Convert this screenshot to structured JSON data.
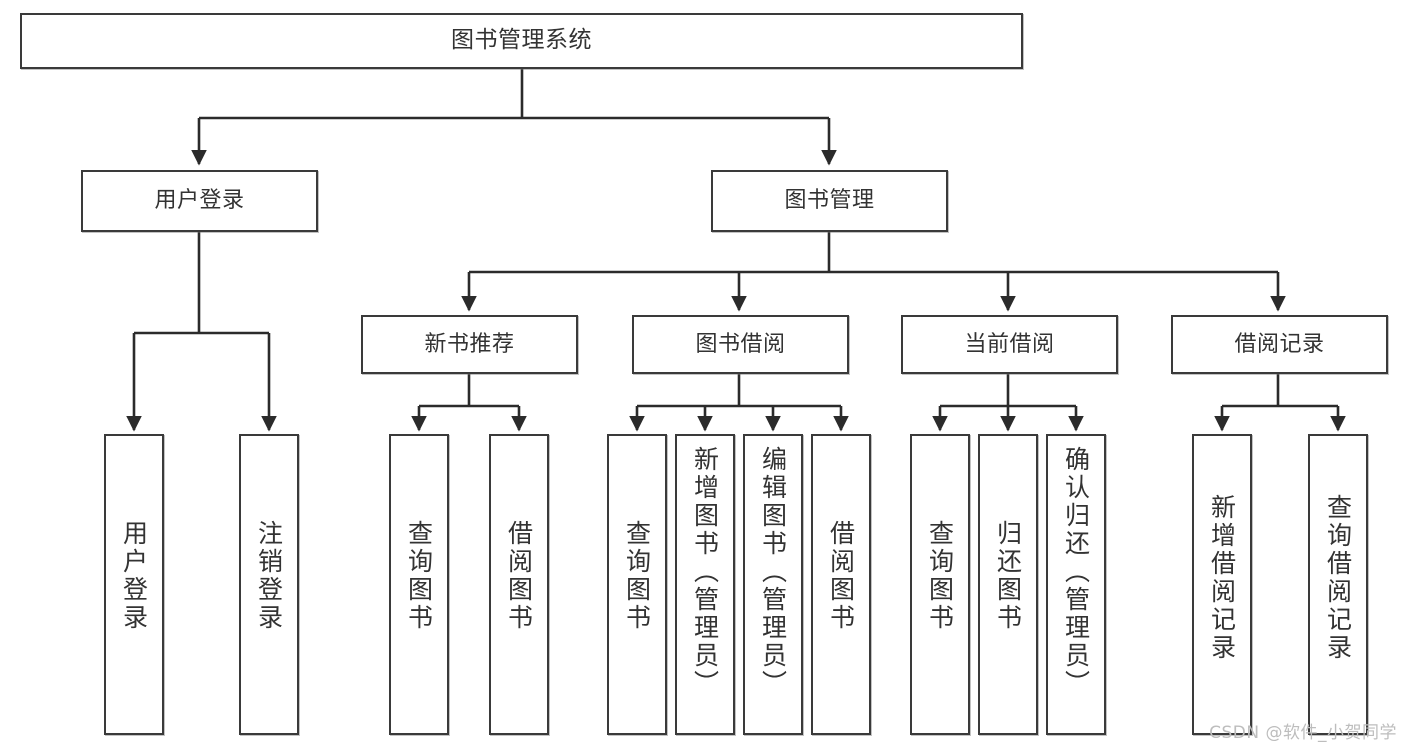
{
  "diagram": {
    "title": "图书管理系统",
    "type": "hierarchy-tree",
    "watermark": "CSDN @软件_小贺同学",
    "colors": {
      "background": "#ffffff",
      "box_border": "#3a3a3a",
      "box_fill": "#ffffff",
      "text": "#333333",
      "connector": "#2b2b2b",
      "watermark": "#bdbdbd"
    }
  },
  "root": {
    "label": "图书管理系统"
  },
  "level2": [
    {
      "label": "用户登录"
    },
    {
      "label": "图书管理"
    }
  ],
  "level3": [
    {
      "label": "新书推荐"
    },
    {
      "label": "图书借阅"
    },
    {
      "label": "当前借阅"
    },
    {
      "label": "借阅记录"
    }
  ],
  "leaves": {
    "user_login": [
      {
        "label": "用户登录"
      },
      {
        "label": "注销登录"
      }
    ],
    "new_book_recommend": [
      {
        "label": "查询图书"
      },
      {
        "label": "借阅图书"
      }
    ],
    "book_borrow": [
      {
        "label": "查询图书"
      },
      {
        "label": "新增图书（管理员）"
      },
      {
        "label": "编辑图书（管理员）"
      },
      {
        "label": "借阅图书"
      }
    ],
    "current_borrow": [
      {
        "label": "查询图书"
      },
      {
        "label": "归还图书"
      },
      {
        "label": "确认归还（管理员）"
      }
    ],
    "borrow_records": [
      {
        "label": "新增借阅记录"
      },
      {
        "label": "查询借阅记录"
      }
    ]
  }
}
